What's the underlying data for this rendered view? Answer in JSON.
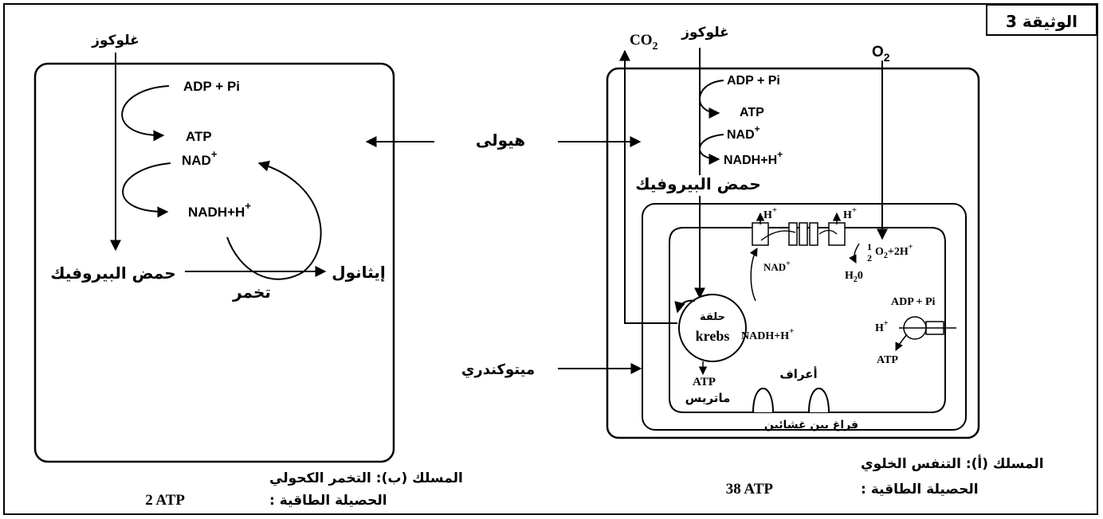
{
  "document_tag": "الوثيقة 3",
  "labels": {
    "cytoplasm": "هيولى",
    "mitochondrion": "ميتوكندري"
  },
  "pathway_a": {
    "glucose": "غلوكوز",
    "co2": "CO",
    "co2_sub": "2",
    "o2": "O",
    "o2_sub": "2",
    "adp_pi": "ADP + Pi",
    "atp": "ATP",
    "nad": "NAD",
    "nadh": "NADH+H",
    "pyruvic_acid": "حمض البيروفيك",
    "h_plus": "H",
    "krebs_ar": "حلقة",
    "krebs_en": "krebs",
    "matrix_atp": "ATP",
    "matrix": "ماتريس",
    "cristae": "أعراف",
    "intermembrane_space": "فراغ بين غشائين",
    "chain_nad": "NAD",
    "chain_nadh": "NADH+H",
    "water": "H",
    "water_sub": "2",
    "water_tail": "0",
    "half": "1",
    "half_den": "2",
    "o2_reaction": "O",
    "o2_reaction_rest": "+2H",
    "synthase_adp": "ADP + Pi",
    "synthase_h": "H",
    "synthase_atp": "ATP",
    "caption_title": "المسلك (أ): التنفس الخلوي",
    "caption_yield_label": "الحصيلة الطاقية :",
    "caption_yield_value": "38 ATP"
  },
  "pathway_b": {
    "glucose": "غلوكوز",
    "adp_pi": "ADP + Pi",
    "atp": "ATP",
    "nad": "NAD",
    "nadh": "NADH+H",
    "pyruvic_acid": "حمض البيروفيك",
    "ethanol": "إيثانول",
    "fermentation": "تخمر",
    "caption_title": "المسلك (ب): التخمر الكحولي",
    "caption_yield_label": "الحصيلة الطاقية :",
    "caption_yield_value": "2 ATP"
  },
  "plus_sign": "+",
  "colors": {
    "ink": "#000000",
    "paper": "#ffffff"
  }
}
